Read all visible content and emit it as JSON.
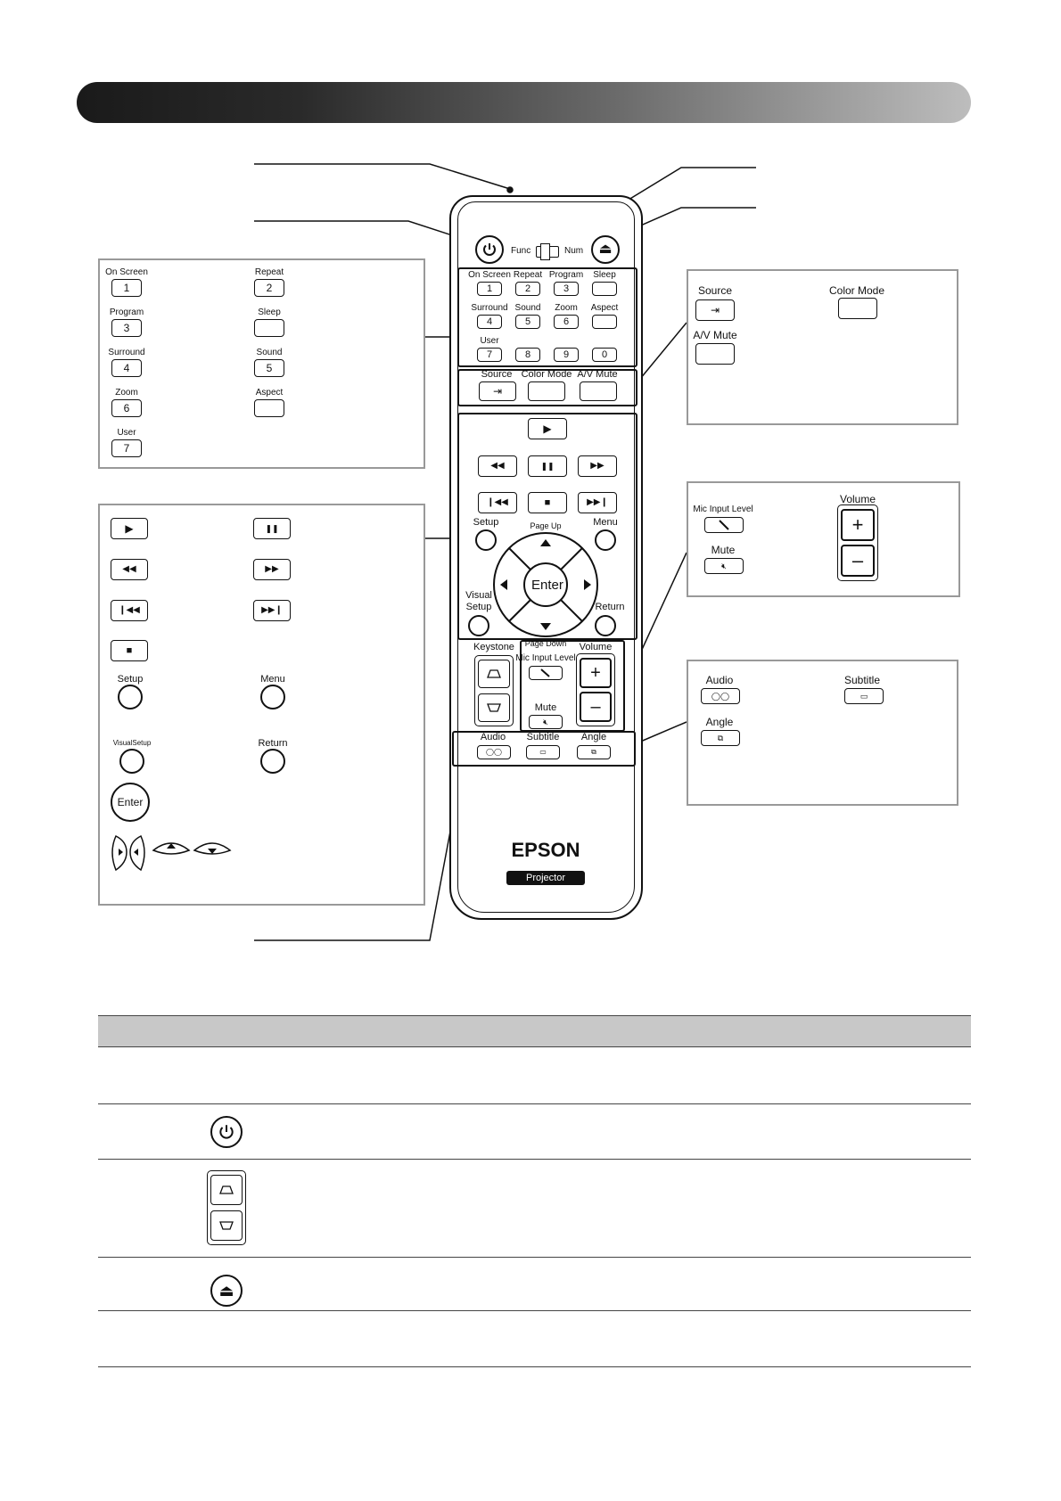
{
  "remote": {
    "brand": "EPSON",
    "badge": "Projector",
    "func_label": "Func",
    "num_label": "Num",
    "num_keys": [
      {
        "label": "On Screen",
        "key": "1"
      },
      {
        "label": "Repeat",
        "key": "2"
      },
      {
        "label": "Program",
        "key": "3"
      },
      {
        "label": "Sleep",
        "key": ""
      },
      {
        "label": "Surround",
        "key": "4"
      },
      {
        "label": "Sound",
        "key": "5"
      },
      {
        "label": "Zoom",
        "key": "6"
      },
      {
        "label": "Aspect",
        "key": ""
      },
      {
        "label": "User",
        "key": "7"
      },
      {
        "label": "",
        "key": "8"
      },
      {
        "label": "",
        "key": "9"
      },
      {
        "label": "",
        "key": "0"
      }
    ],
    "source_label": "Source",
    "color_mode_label": "Color Mode",
    "av_mute_label": "A/V Mute",
    "setup_label": "Setup",
    "page_up_label": "Page Up",
    "menu_label": "Menu",
    "enter_label": "Enter",
    "visual_setup_label_1": "Visual",
    "visual_setup_label_2": "Setup",
    "return_label": "Return",
    "keystone_label": "Keystone",
    "page_down_label": "Page Down",
    "mic_input_label": "Mic Input Level",
    "volume_label": "Volume",
    "mute_label": "Mute",
    "audio_label": "Audio",
    "subtitle_label": "Subtitle",
    "angle_label": "Angle",
    "plus": "+",
    "minus": "–"
  },
  "panel_numbers": {
    "items": [
      {
        "label": "On Screen",
        "key": "1"
      },
      {
        "label": "Repeat",
        "key": "2"
      },
      {
        "label": "Program",
        "key": "3"
      },
      {
        "label": "Sleep",
        "key": ""
      },
      {
        "label": "Surround",
        "key": "4"
      },
      {
        "label": "Sound",
        "key": "5"
      },
      {
        "label": "Zoom",
        "key": "6"
      },
      {
        "label": "Aspect",
        "key": ""
      },
      {
        "label": "User",
        "key": "7"
      }
    ]
  },
  "panel_playback": {
    "setup": "Setup",
    "menu": "Menu",
    "visual_setup": "VisualSetup",
    "return": "Return",
    "enter": "Enter"
  },
  "panel_source": {
    "source": "Source",
    "color_mode": "Color Mode",
    "av_mute": "A/V Mute"
  },
  "panel_volume": {
    "mic_input": "Mic Input Level",
    "volume": "Volume",
    "mute": "Mute",
    "plus": "+",
    "minus": "–"
  },
  "panel_audio": {
    "audio": "Audio",
    "subtitle": "Subtitle",
    "angle": "Angle"
  },
  "icons": {
    "play": "▶",
    "pause": "❚❚",
    "rewind": "◀◀",
    "fast_forward": "▶▶",
    "prev": "❙◀◀",
    "next": "▶▶❙",
    "stop": "■",
    "eject": "⏏",
    "source": "⇥"
  }
}
